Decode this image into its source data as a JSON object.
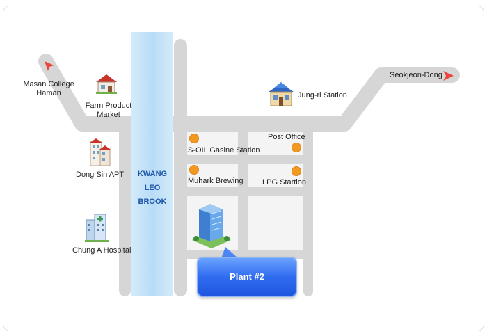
{
  "map": {
    "destinations": {
      "northwest": {
        "line1": "Masan College",
        "line2": "Haman"
      },
      "east": "Seokjeon-Dong"
    },
    "landmarks": {
      "farm_product_market": {
        "line1": "Farm Product",
        "line2": "Market"
      },
      "jungri_station": "Jung-ri Station",
      "dong_sin_apt": "Dong Sin APT",
      "chung_a_hospital": "Chung A Hospital",
      "soil_gas_station": "S-OIL Gaslne Station",
      "post_office": "Post Office",
      "muhark_brewing": "Muhark Brewing",
      "lpg_station": "LPG Startion"
    },
    "brook": {
      "line1": "KWANG",
      "line2": "LEO",
      "line3": "BROOK"
    },
    "plant_callout": "Plant #2",
    "colors": {
      "road": "#d6d6d6",
      "brook": "#bfe0f8",
      "brook_text": "#1f55a8",
      "marker": "#f29a1f",
      "direction_arrow": "#e8463c",
      "callout": "#2f6cf0"
    },
    "icons": [
      "house-icon",
      "apartment-icon",
      "station-building-icon",
      "hospital-icon",
      "office-tower-icon",
      "location-dot-icon",
      "direction-arrow-icon"
    ]
  }
}
